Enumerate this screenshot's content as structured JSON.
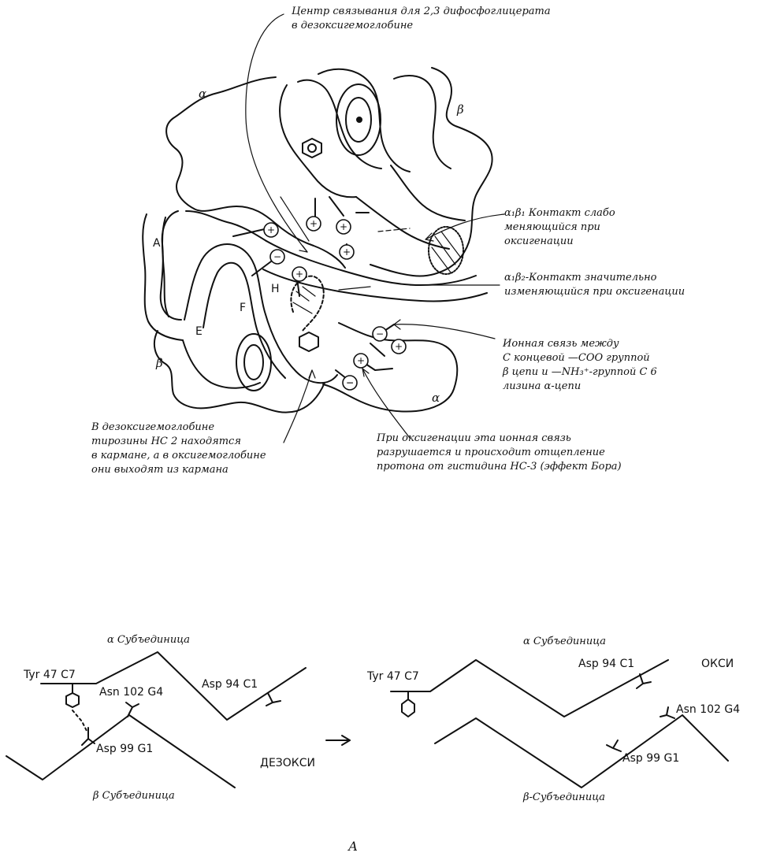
{
  "top_diagram": {
    "labels": {
      "dpg_site": "Центр связывания для 2,3 дифосфоглицерата\nв дезоксигемоглобине",
      "alpha_top": "α",
      "beta_top": "β",
      "alpha1beta1": "α₁β₁ Контакт слабо\nменяющийся при\nоксигенации",
      "alpha1beta2": "α₁β₂-Контакт значительно\nизменяющийся при оксигенации",
      "ionic_bond": "Ионная связь между\nC концевой —COO группой\nβ цепи и —NH₃⁺-группой C 6\nлизина α-цепи",
      "alpha_bottom": "α",
      "beta_bottom": "β",
      "tyrosine_note": "В дезоксигемоглобине\nтирозины НС 2 находятся\nв кармане, а в оксигемоглобине\nони выходят из кармана",
      "bohr_note": "При оксигенации эта ионная связь\nразрушается и происходит отщепление\nпротона от гистидина НС-3 (эффект Бора)",
      "helix_A": "A",
      "helix_E": "E",
      "helix_F": "F",
      "helix_H": "H"
    },
    "charges": [
      "+",
      "+",
      "+",
      "−",
      "+",
      "−",
      "+",
      "−",
      "+",
      "+",
      "−"
    ]
  },
  "bottom_diagram": {
    "deoxy": {
      "alpha_label": "α Субъединица",
      "beta_label": "β Субъединица",
      "tyr": "Tyr 47 C7",
      "asn": "Asn 102 G4",
      "asp94": "Asp 94 C1",
      "asp99": "Asp 99 G1",
      "state": "ДЕЗОКСИ"
    },
    "oxy": {
      "alpha_label": "α Субъединица",
      "beta_label": "β-Субъединица",
      "tyr": "Tyr 47 C7",
      "asp94": "Asp 94 C1",
      "asn": "Asn 102 G4",
      "asp99": "Asp 99 G1",
      "state": "ОКСИ"
    },
    "panel_letter": "А"
  }
}
